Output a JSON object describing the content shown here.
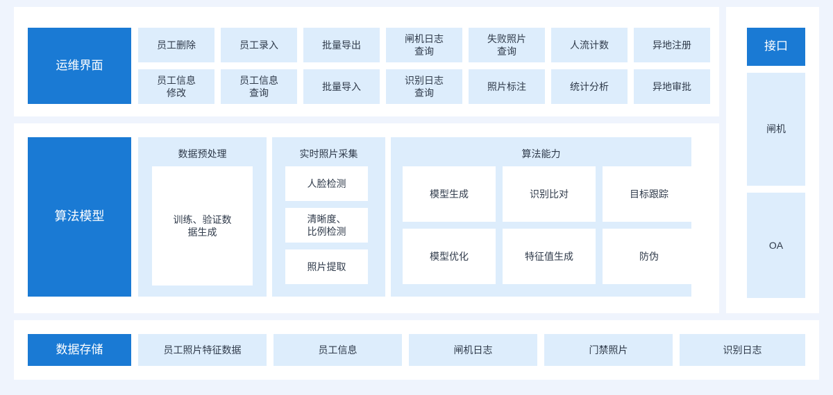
{
  "theme": {
    "page_background": "#eff4fd",
    "card_background": "#ffffff",
    "primary_blue": "#1a7ad4",
    "light_blue": "#ddedfc",
    "text_color": "#2f3a4a"
  },
  "operations": {
    "header": "运维界面",
    "row1": [
      "员工删除",
      "员工录入",
      "批量导出",
      "闸机日志\n查询",
      "失败照片\n查询",
      "人流计数",
      "异地注册"
    ],
    "row2": [
      "员工信息\n修改",
      "员工信息\n查询",
      "批量导入",
      "识别日志\n查询",
      "照片标注",
      "统计分析",
      "异地审批"
    ]
  },
  "algorithm": {
    "header": "算法模型",
    "preprocess": {
      "title": "数据预处理",
      "items": [
        "训练、验证数\n据生成"
      ]
    },
    "live_capture": {
      "title": "实时照片采集",
      "items": [
        "人脸检测",
        "清晰度、\n比例检测",
        "照片提取"
      ]
    },
    "capability": {
      "title": "算法能力",
      "row1": [
        "模型生成",
        "识别比对",
        "目标跟踪"
      ],
      "row2": [
        "模型优化",
        "特征值生成",
        "防伪"
      ]
    }
  },
  "storage": {
    "header": "数据存储",
    "items": [
      "员工照片特征数据",
      "员工信息",
      "闸机日志",
      "门禁照片",
      "识别日志"
    ]
  },
  "interface": {
    "header": "接口",
    "items": [
      "闸机",
      "OA"
    ]
  }
}
